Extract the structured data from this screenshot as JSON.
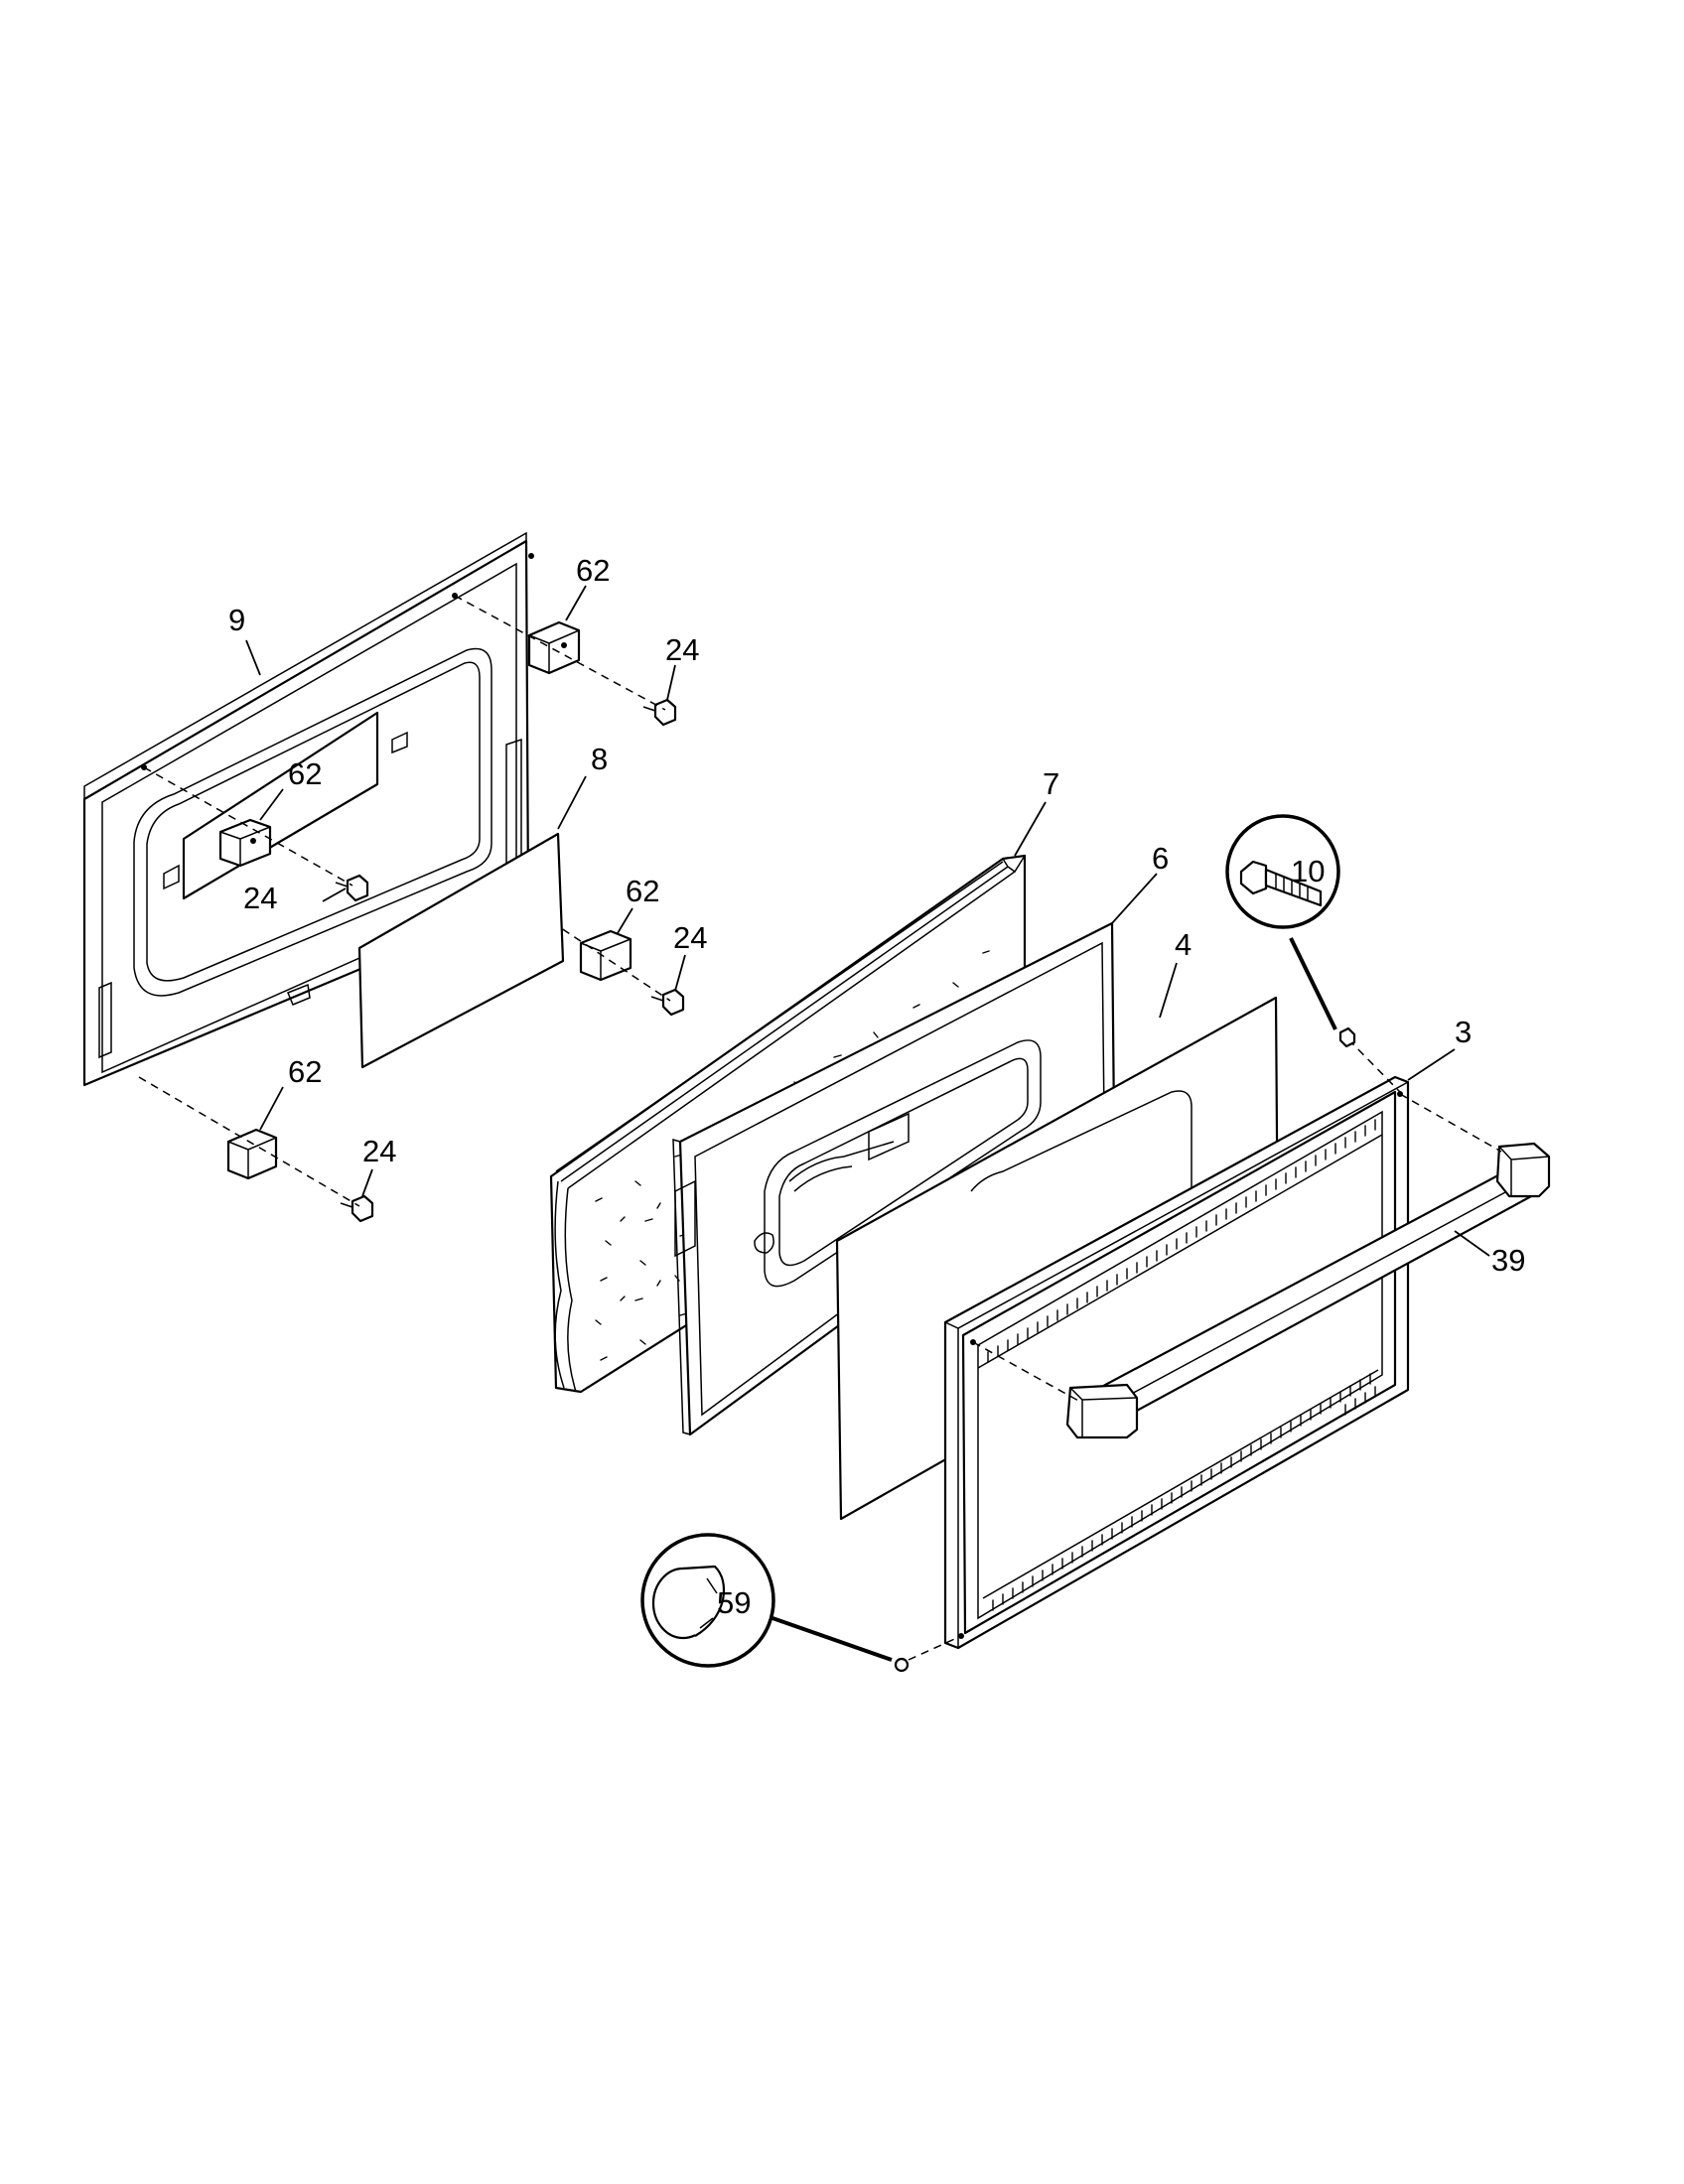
{
  "labels": {
    "door_liner": "9",
    "hinge_top": "62",
    "screw_top": "24",
    "hinge_mid": "62",
    "screw_mid": "24",
    "shield": "8",
    "hinge_right": "62",
    "screw_right": "24",
    "hinge_bottom": "62",
    "screw_bottom": "24",
    "insulation": "7",
    "inner_glass": "6",
    "outer_glass": "4",
    "screw_callout": "10",
    "door_frame": "3",
    "handle": "39",
    "plug_callout": "59"
  }
}
